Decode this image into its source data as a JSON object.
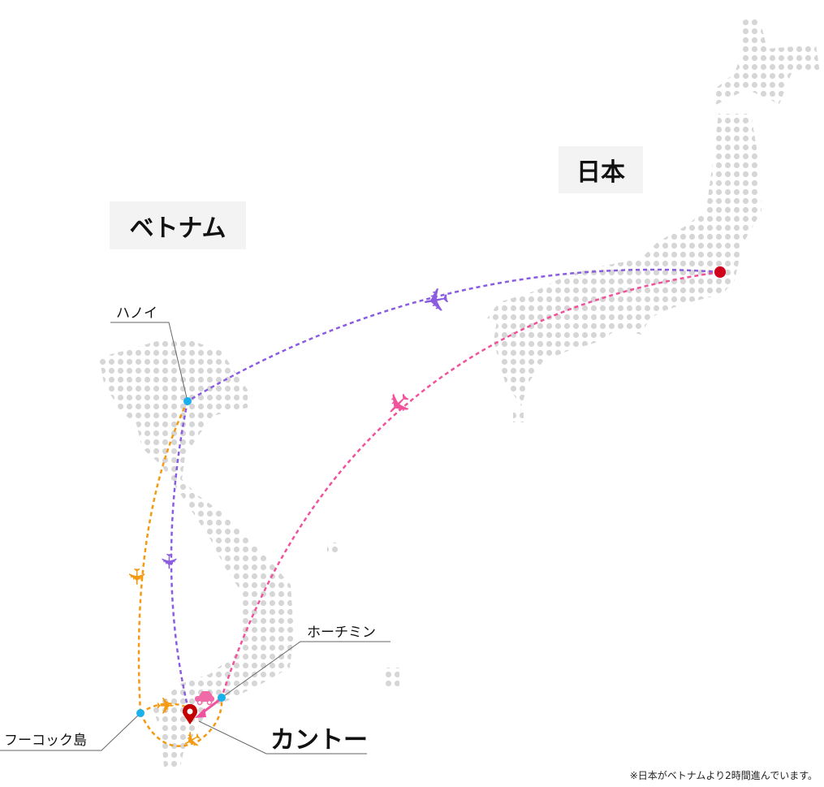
{
  "regions": {
    "japan": "日本",
    "vietnam": "ベトナム"
  },
  "cities": {
    "hanoi": "ハノイ",
    "ho_chi_minh": "ホーチミン",
    "phu_quoc": "フーコック島",
    "can_tho": "カントー"
  },
  "note": "※日本がベトナムより2時間進んでいます。",
  "colors": {
    "purple": "#8b5ce0",
    "pink": "#f0529c",
    "orange": "#f49a12",
    "city_dot": "#1ab0ec",
    "tokyo_dot": "#d0021b",
    "land_dot": "#d6d6d6"
  },
  "icons": [
    "plane-icon",
    "car-icon",
    "map-pin-icon"
  ]
}
